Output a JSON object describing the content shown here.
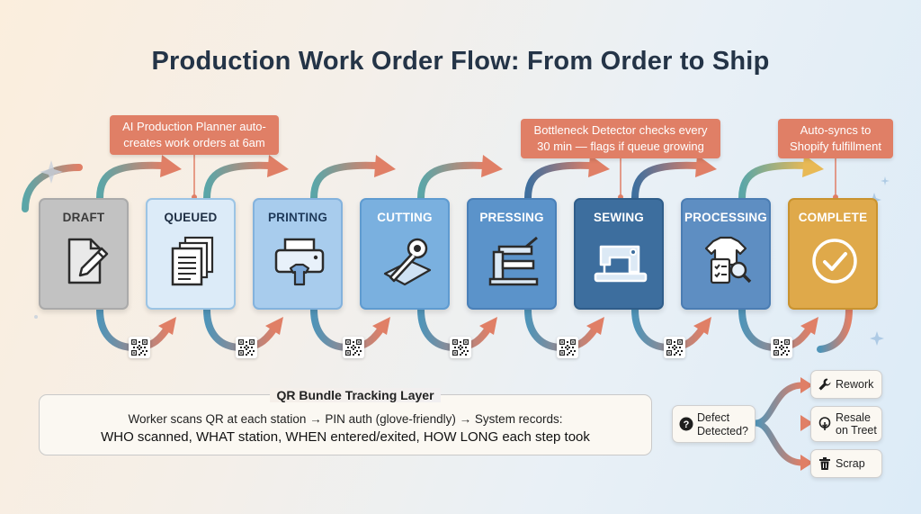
{
  "title": "Production Work Order Flow: From Order to Ship",
  "stages": [
    {
      "label": "DRAFT",
      "icon": "document-pencil-icon"
    },
    {
      "label": "QUEUED",
      "icon": "stacked-documents-icon"
    },
    {
      "label": "PRINTING",
      "icon": "printer-shirt-icon"
    },
    {
      "label": "CUTTING",
      "icon": "rotary-cutter-icon"
    },
    {
      "label": "PRESSING",
      "icon": "heat-press-icon"
    },
    {
      "label": "SEWING",
      "icon": "sewing-machine-icon"
    },
    {
      "label": "PROCESSING",
      "icon": "shirt-inspection-icon"
    },
    {
      "label": "COMPLETE",
      "icon": "checkmark-circle-icon"
    }
  ],
  "callouts": {
    "planner": "AI Production Planner auto-creates work orders at 6am",
    "bottleneck": "Bottleneck Detector checks every 30 min — flags if queue growing",
    "shopify": "Auto-syncs to Shopify fulfillment"
  },
  "qr_layer": {
    "title": "QR Bundle Tracking Layer",
    "line1": "Worker scans QR at each station → PIN auth (glove-friendly) → System records:",
    "line2": "WHO scanned, WHAT station, WHEN entered/exited, HOW LONG each step took"
  },
  "defect": {
    "label": "Defect Detected?",
    "outcomes": [
      "Rework",
      "Resale on Treet",
      "Scrap"
    ]
  },
  "colors": {
    "accent": "#e07f66",
    "draft": "#c4c4c4",
    "queued": "#dbeaf8",
    "printing": "#a9cdef",
    "cutting": "#7ab0df",
    "pressing": "#5a92c9",
    "sewing": "#3c6d9c",
    "processing": "#5f8ec2",
    "complete": "#dfa94a"
  }
}
